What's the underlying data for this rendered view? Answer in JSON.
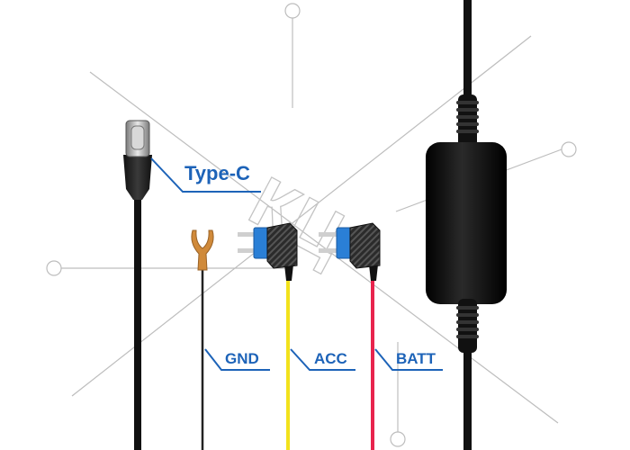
{
  "labels": {
    "type_c": "Type-C",
    "gnd": "GND",
    "acc": "ACC",
    "batt": "BATT"
  },
  "watermark_text": "КЦ",
  "colors": {
    "label_blue": "#1d63b8",
    "cable_black": "#111111",
    "wire_yellow": "#f2e21c",
    "wire_red": "#e8244d",
    "fuse_blue": "#2a7fd6",
    "terminal_copper": "#d08a3a",
    "watermark_gray": "#bdbdbd"
  }
}
